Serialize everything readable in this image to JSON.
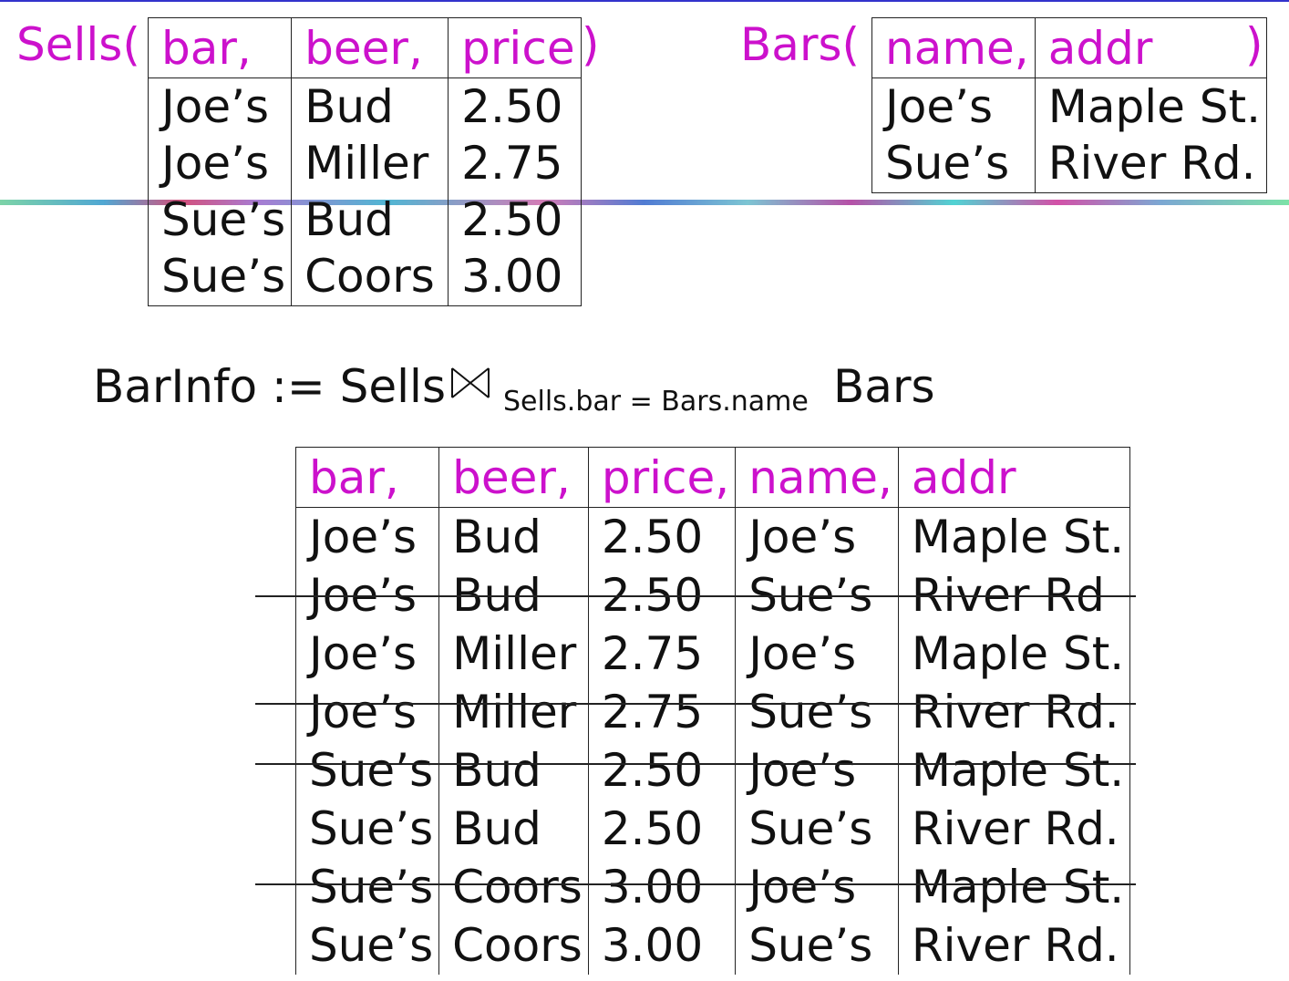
{
  "colors": {
    "attribute_magenta": "#cc11cc",
    "text": "#111111",
    "top_rule": "#3333cc"
  },
  "sells": {
    "prefix": "Sells(",
    "suffix": ")",
    "headers": [
      "bar,",
      "beer,",
      "price"
    ],
    "rows": [
      [
        "Joe’s",
        "Bud",
        "2.50"
      ],
      [
        "Joe’s",
        "Miller",
        "2.75"
      ],
      [
        "Sue’s",
        "Bud",
        "2.50"
      ],
      [
        "Sue’s",
        "Coors",
        "3.00"
      ]
    ]
  },
  "bars": {
    "prefix": "Bars(",
    "suffix": ")",
    "headers": [
      "name,",
      "addr"
    ],
    "rows": [
      [
        "Joe’s",
        "Maple St."
      ],
      [
        "Sue’s",
        "River Rd."
      ]
    ]
  },
  "expression": {
    "lhs": "BarInfo := Sells",
    "operator_icon": "bowtie-join-icon",
    "condition": "Sells.bar = Bars.name",
    "rhs": "Bars"
  },
  "barinfo": {
    "headers": [
      "bar,",
      "beer,",
      "price,",
      "name,",
      "addr"
    ],
    "rows": [
      [
        "Joe’s",
        "Bud",
        "2.50",
        "Joe’s",
        "Maple St."
      ],
      [
        "Joe’s",
        "Bud",
        "2.50",
        "Sue’s",
        "River Rd"
      ],
      [
        "Joe’s",
        "Miller",
        "2.75",
        "Joe’s",
        "Maple St."
      ],
      [
        "Joe’s",
        "Miller",
        "2.75",
        "Sue’s",
        "River Rd."
      ],
      [
        "Sue’s",
        "Bud",
        "2.50",
        "Joe’s",
        "Maple St."
      ],
      [
        "Sue’s",
        "Bud",
        "2.50",
        "Sue’s",
        "River Rd."
      ],
      [
        "Sue’s",
        "Coors",
        "3.00",
        "Joe’s",
        "Maple St."
      ],
      [
        "Sue’s",
        "Coors",
        "3.00",
        "Sue’s",
        "River Rd."
      ]
    ],
    "struck_rows": [
      1,
      3,
      4,
      6
    ]
  }
}
